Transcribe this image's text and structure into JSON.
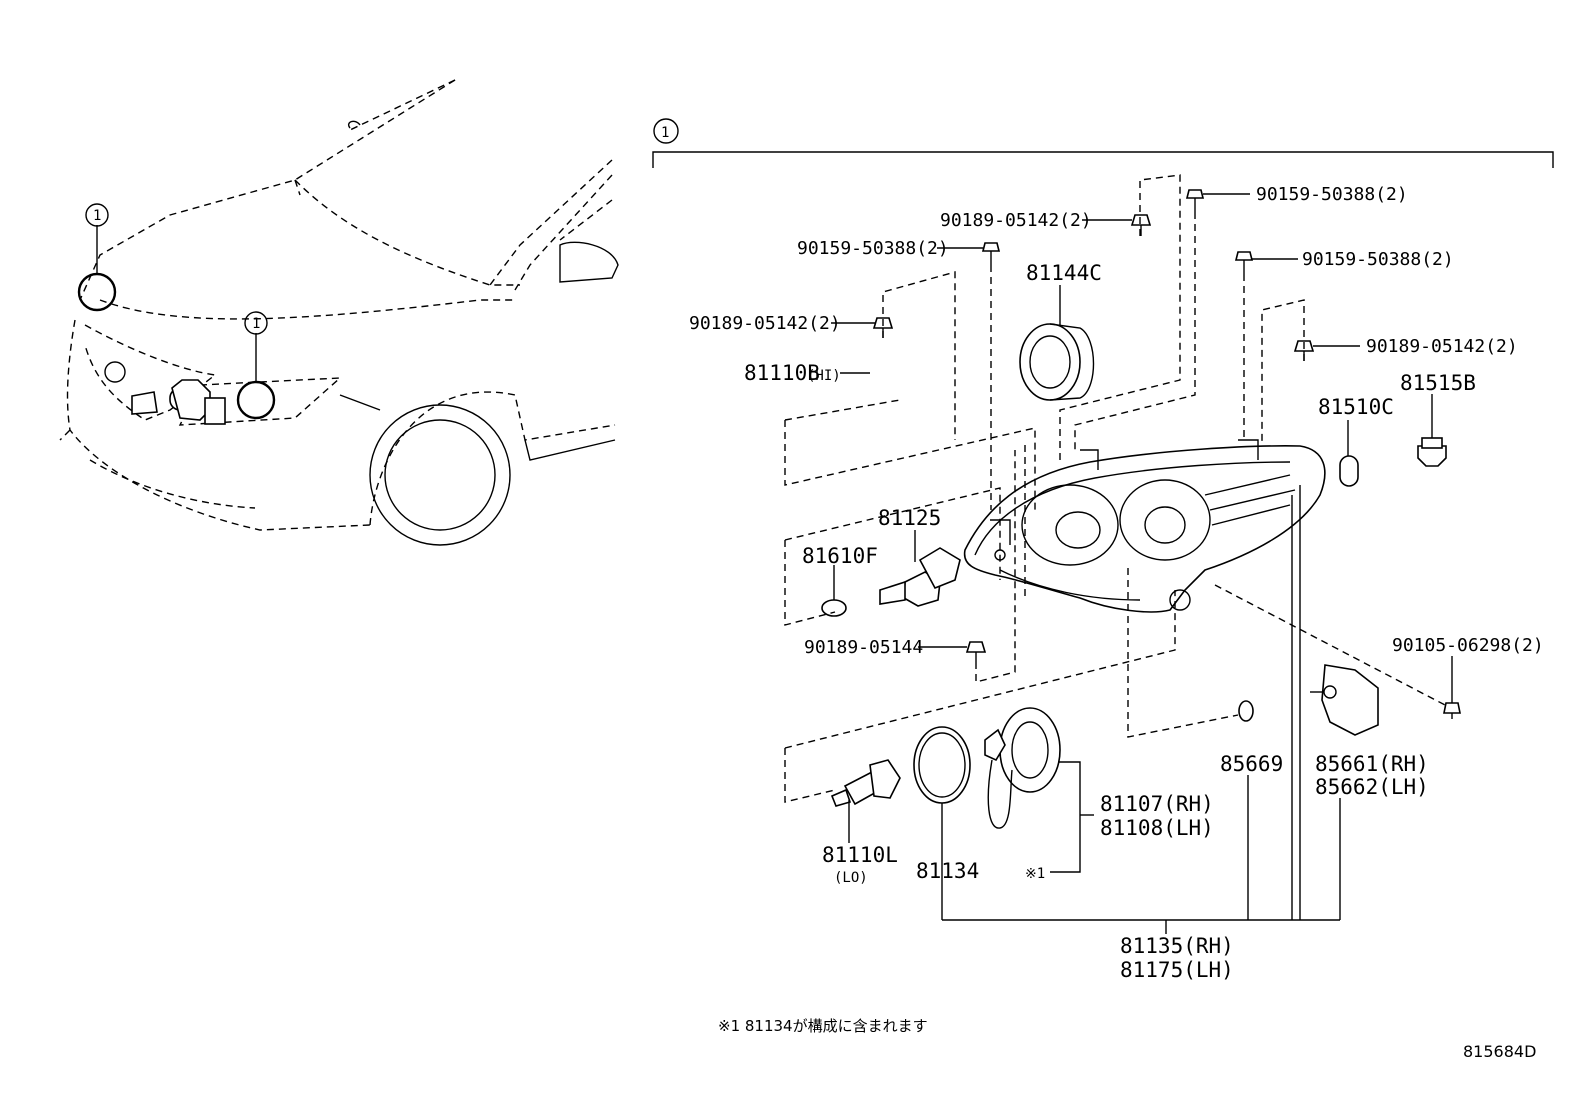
{
  "callout_ref": "1",
  "labels": {
    "p90159_top": "90159-50388(2)",
    "p90189_top": "90189-05142(2)",
    "p90159_left": "90159-50388(2)",
    "p90159_right": "90159-50388(2)",
    "p90189_left": "90189-05142(2)",
    "p90189_right": "90189-05142(2)",
    "p81144C": "81144C",
    "p81110B": "81110B",
    "p81110B_note": "(HI)",
    "p81510C": "81510C",
    "p81515B": "81515B",
    "p81125": "81125",
    "p81610F": "81610F",
    "p90189_05144": "90189-05144",
    "p90105": "90105-06298(2)",
    "p85669": "85669",
    "p85661": "85661(RH)",
    "p85662": "85662(LH)",
    "p81107": "81107(RH)",
    "p81108": "81108(LH)",
    "p81110L": "81110L",
    "p81110L_note": "(LO)",
    "p81134": "81134",
    "p_ref1": "※1",
    "p81135": "81135(RH)",
    "p81175": "81175(LH)"
  },
  "footnote": "※1 81134が構成に含まれます",
  "drawing_code": "815684D"
}
